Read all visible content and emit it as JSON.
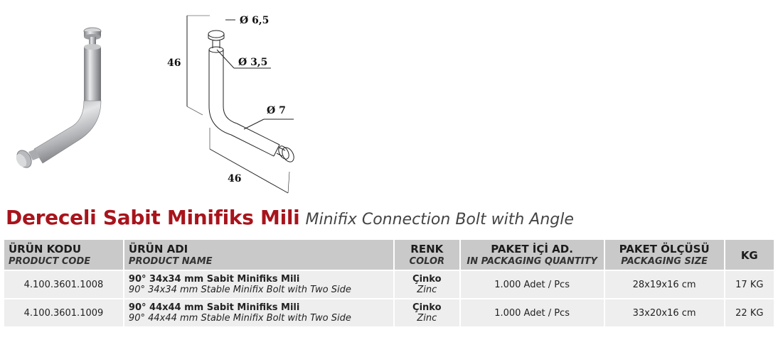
{
  "figure": {
    "dimensions": {
      "head_diameter": "Ø 6,5",
      "neck_diameter": "Ø 3,5",
      "body_diameter": "Ø 7",
      "height": "46",
      "length": "46"
    }
  },
  "title": {
    "tr": "Dereceli Sabit Minifiks Mili",
    "en": "Minifix Connection Bolt with Angle"
  },
  "table": {
    "headers": [
      {
        "tr": "ÜRÜN KODU",
        "en": "PRODUCT CODE"
      },
      {
        "tr": "ÜRÜN ADI",
        "en": "PRODUCT NAME"
      },
      {
        "tr": "RENK",
        "en": "COLOR"
      },
      {
        "tr": "PAKET İÇİ AD.",
        "en": "IN PACKAGING QUANTITY"
      },
      {
        "tr": "PAKET ÖLÇÜSÜ",
        "en": "PACKAGING SIZE"
      },
      {
        "tr": "KG",
        "en": ""
      }
    ],
    "rows": [
      {
        "code": "4.100.3601.1008",
        "name_tr": "90° 34x34 mm Sabit Minifiks Mili",
        "name_en": "90° 34x34 mm Stable Minifix Bolt with Two Side",
        "color_tr": "Çinko",
        "color_en": "Zinc",
        "quantity": "1.000 Adet / Pcs",
        "size": "28x19x16 cm",
        "kg": "17 KG"
      },
      {
        "code": "4.100.3601.1009",
        "name_tr": "90° 44x44 mm Sabit Minifiks Mili",
        "name_en": "90° 44x44 mm Stable Minifix Bolt with Two Side",
        "color_tr": "Çinko",
        "color_en": "Zinc",
        "quantity": "1.000 Adet / Pcs",
        "size": "33x20x16 cm",
        "kg": "22 KG"
      }
    ]
  }
}
